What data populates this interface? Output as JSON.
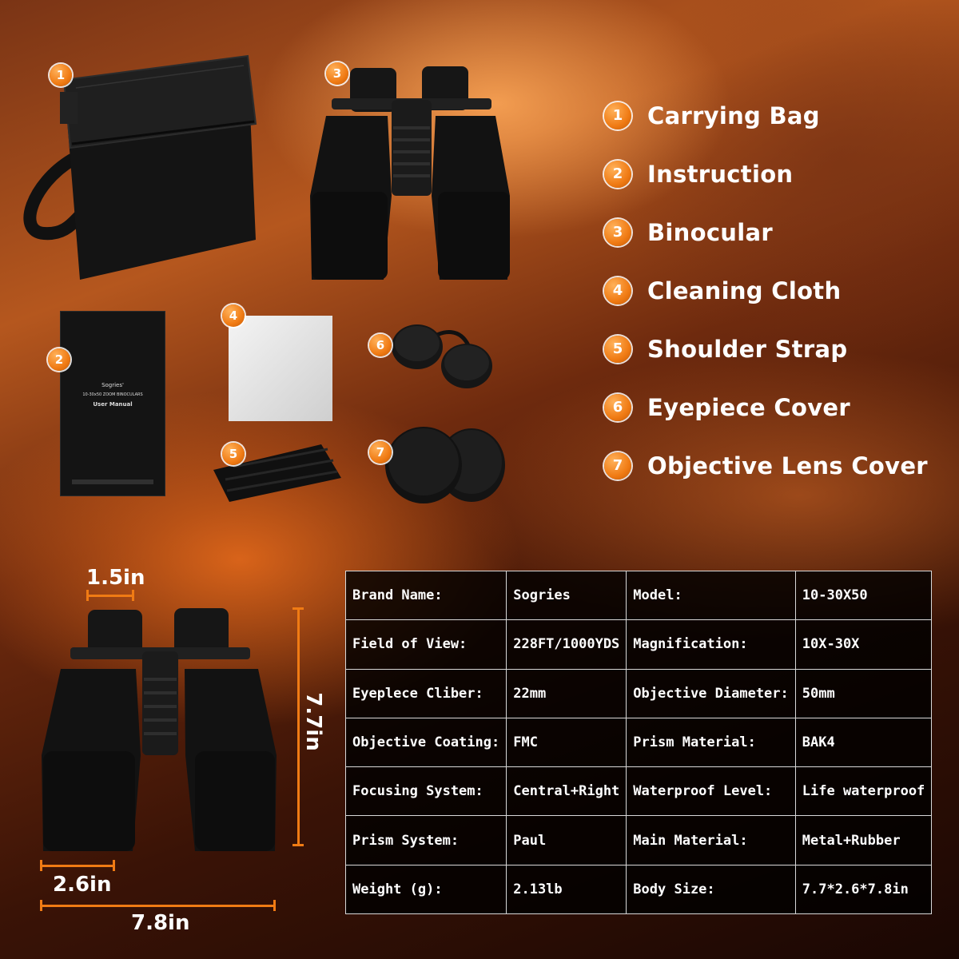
{
  "legend": [
    {
      "num": "1",
      "label": "Carrying Bag"
    },
    {
      "num": "2",
      "label": "Instruction"
    },
    {
      "num": "3",
      "label": "Binocular"
    },
    {
      "num": "4",
      "label": "Cleaning Cloth"
    },
    {
      "num": "5",
      "label": "Shoulder Strap"
    },
    {
      "num": "6",
      "label": "Eyepiece Cover"
    },
    {
      "num": "7",
      "label": "Objective Lens Cover"
    }
  ],
  "manual": {
    "brand": "Sogries'",
    "model_line": "10-30x50 ZOOM BINOCULARS",
    "title": "User Manual"
  },
  "specs": [
    [
      "Brand Name:",
      "Sogries",
      "Model:",
      "10-30X50"
    ],
    [
      "Field of View:",
      "228FT/1000YDS",
      "Magnification:",
      "10X-30X"
    ],
    [
      "Eyeplece Cliber:",
      "22mm",
      "Objective Diameter:",
      "50mm"
    ],
    [
      "Objective Coating:",
      "FMC",
      "Prism Material:",
      "BAK4"
    ],
    [
      "Focusing System:",
      "Central+Right",
      "Waterproof Level:",
      "Life waterproof"
    ],
    [
      "Prism System:",
      "Paul",
      "Main Material:",
      "Metal+Rubber"
    ],
    [
      "Weight (g):",
      "2.13lb",
      "Body Size:",
      "7.7*2.6*7.8in"
    ]
  ],
  "dimensions": {
    "eyepiece_width": "1.5in",
    "height": "7.7in",
    "depth": "2.6in",
    "width": "7.8in"
  },
  "colors": {
    "accent": "#f07b14",
    "table_bg": "#000000",
    "text": "#ffffff"
  }
}
